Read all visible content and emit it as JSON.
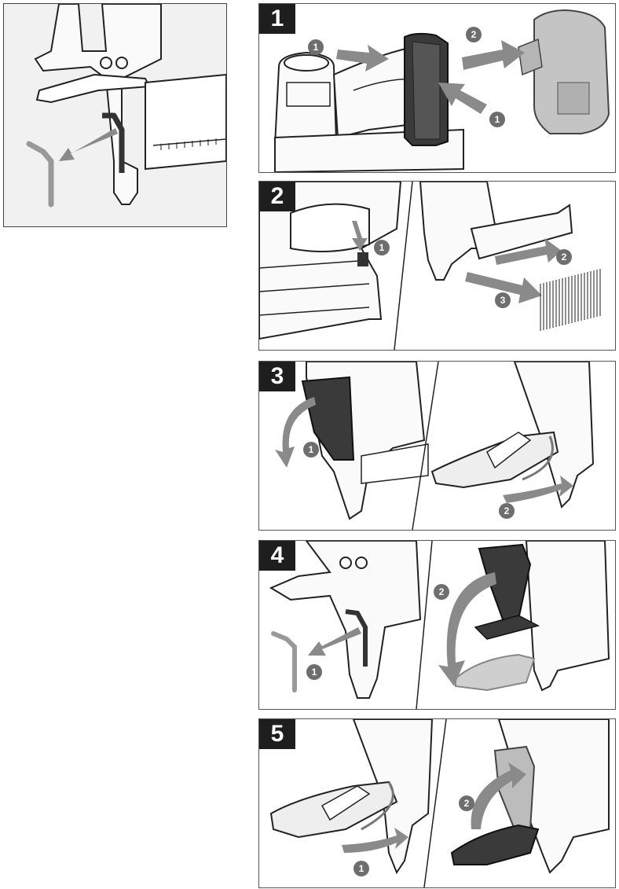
{
  "intro_panel": {
    "icon": "hex-key-removal-illustration"
  },
  "steps": [
    {
      "number": "1",
      "callouts": [
        "1",
        "2",
        "1"
      ],
      "illustration": "battery-removal"
    },
    {
      "number": "2",
      "callouts": [
        "1",
        "2",
        "3"
      ],
      "illustration": "magazine-unload-nails"
    },
    {
      "number": "3",
      "callouts": [
        "1",
        "2"
      ],
      "illustration": "rotate-belt-hook"
    },
    {
      "number": "4",
      "callouts": [
        "1",
        "2"
      ],
      "illustration": "remove-hex-key-swing-hook"
    },
    {
      "number": "5",
      "callouts": [
        "1",
        "2"
      ],
      "illustration": "reattach-belt-hook"
    }
  ],
  "colors": {
    "ink": "#222222",
    "arrow_gray": "#8a8a8a",
    "badge": "#1e1e1e",
    "callout": "#6e6e6e",
    "intro_bg": "#f1f1f1"
  }
}
